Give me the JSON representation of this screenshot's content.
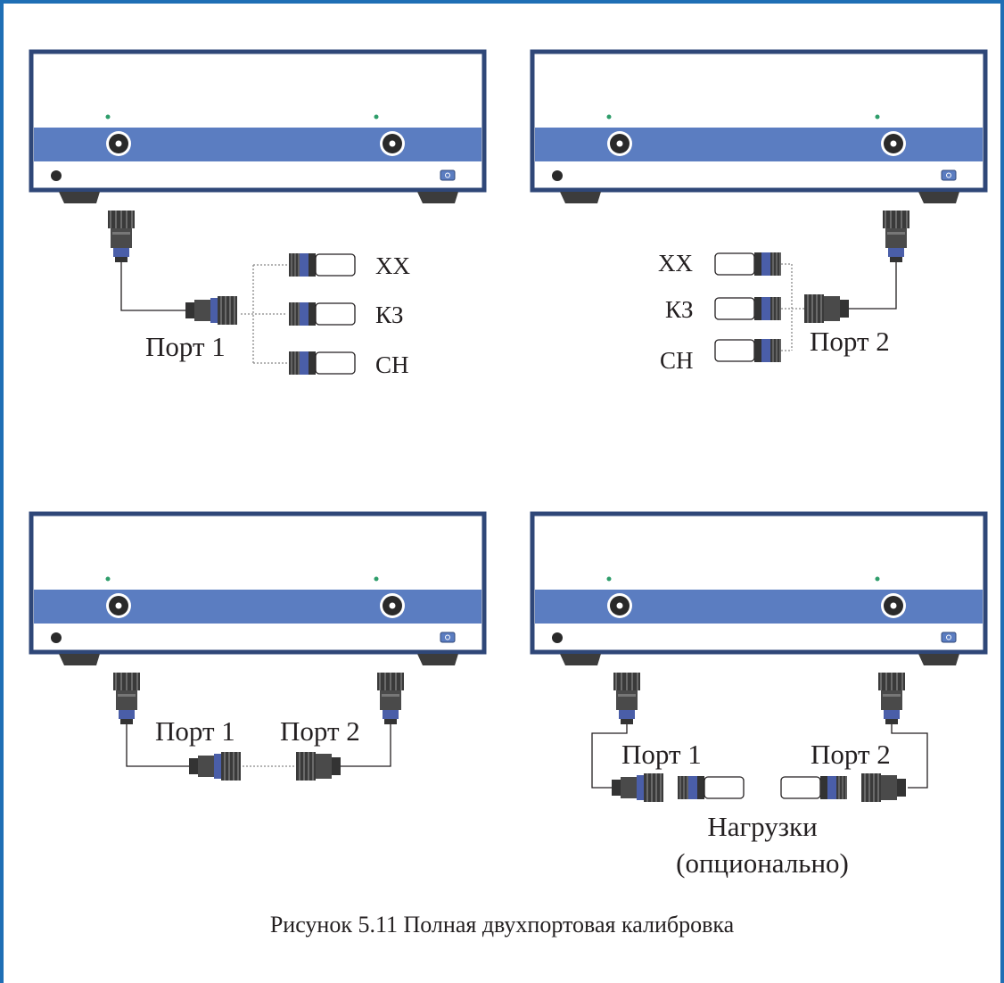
{
  "panels": [
    {
      "port_label": "Порт 1",
      "standards": [
        "XX",
        "КЗ",
        "СН"
      ]
    },
    {
      "port_label": "Порт 2",
      "standards": [
        "XX",
        "КЗ",
        "СН"
      ]
    },
    {
      "port1_label": "Порт 1",
      "port2_label": "Порт 2"
    },
    {
      "port1_label": "Порт 1",
      "port2_label": "Порт 2",
      "loads_line1": "Нагрузки",
      "loads_line2": "(опционально)"
    }
  ],
  "caption": "Рисунок 5.11 Полная двухпортовая калибровка",
  "colors": {
    "frame": "#1f6fb5",
    "device_body": "#2f4778",
    "device_band": "#5b7dc1",
    "connector_dark": "#3a3a3a",
    "connector_blue": "#4a5ea8",
    "led": "#2e9d6a"
  }
}
